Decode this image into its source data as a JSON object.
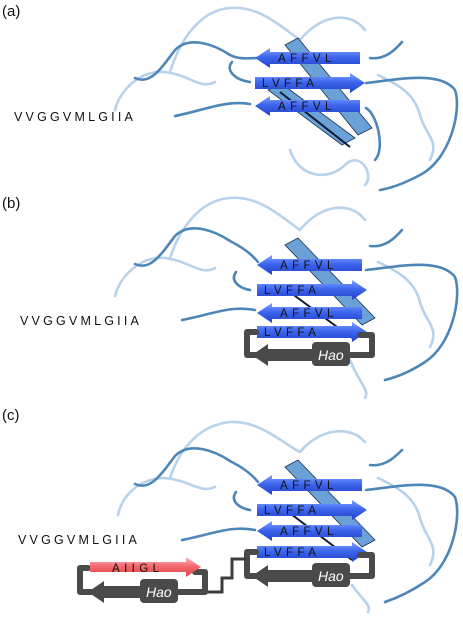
{
  "panels": [
    {
      "label": "(a)",
      "sequence": "VVGGVMLGIIA",
      "strands": [
        {
          "residues": "AFFVL",
          "direction": "left"
        },
        {
          "residues": "LVFFA",
          "direction": "right"
        },
        {
          "residues": "AFFVL",
          "direction": "left"
        }
      ]
    },
    {
      "label": "(b)",
      "sequence": "VVGGVMLGIIA",
      "strands": [
        {
          "residues": "AFFVL",
          "direction": "left"
        },
        {
          "residues": "LVFFA",
          "direction": "right"
        },
        {
          "residues": "AFFVL",
          "direction": "left"
        },
        {
          "residues": "LVFFA",
          "direction": "right"
        }
      ],
      "hao_label": "Hao"
    },
    {
      "label": "(c)",
      "sequence": "VVGGVMLGIIA",
      "strands": [
        {
          "residues": "AFFVL",
          "direction": "left"
        },
        {
          "residues": "LVFFA",
          "direction": "right"
        },
        {
          "residues": "AFFVL",
          "direction": "left"
        },
        {
          "residues": "LVFFA",
          "direction": "right"
        }
      ],
      "hao_label": "Hao",
      "extra_strand": {
        "residues": "AIIGL",
        "direction": "right"
      },
      "extra_hao_label": "Hao"
    }
  ],
  "colors": {
    "coil": "#4f86b8",
    "coil_pale": "#b7d2ea",
    "strand": "#2b55e8",
    "strand_highlight": "#95b2ff",
    "extra_strand": "#f2646a",
    "hao": "#4a4a4a"
  }
}
